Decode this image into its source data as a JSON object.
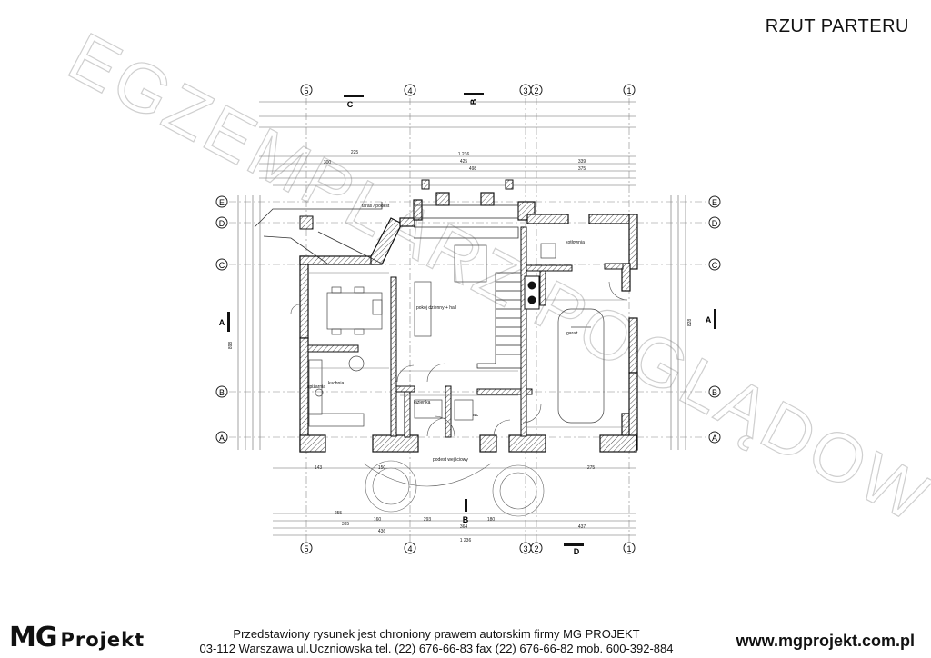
{
  "title": "RZUT PARTERU",
  "watermark": "EGZEMPLARZ POGLĄDOWY",
  "axes": {
    "columns": [
      "5",
      "4",
      "3",
      "2",
      "1"
    ],
    "rows": [
      "E",
      "D",
      "C",
      "B",
      "A"
    ]
  },
  "section_marks": [
    "A",
    "A",
    "B",
    "B",
    "C",
    "D"
  ],
  "room_labels": {
    "salon": "pokój dzienny + hall",
    "kuchnia": "kuchnia",
    "garaz": "garaż",
    "kotlownia": "kotłownia",
    "lazienka": "łazienka",
    "wc": "wc",
    "spizarnia": "spiżarnia",
    "taras": "taras / podest",
    "podest": "podest wejściowy"
  },
  "dimensions": {
    "top_total": "1 236",
    "bottom_total": "1 236",
    "left_total": "898",
    "right_total": "828",
    "misc": [
      "335",
      "436",
      "300",
      "425",
      "498",
      "375",
      "339",
      "225",
      "143",
      "160",
      "255",
      "293",
      "364",
      "437",
      "275",
      "150",
      "180"
    ]
  },
  "footer": {
    "logo_mg": "MG",
    "logo_projekt": "Projekt",
    "line1": "Przedstawiony rysunek jest chroniony prawem autorskim firmy MG PROJEKT",
    "line2": "03-112 Warszawa ul.Uczniowska   tel. (22) 676-66-83 fax (22) 676-66-82 mob. 600-392-884",
    "url": "www.mgprojekt.com.pl"
  }
}
